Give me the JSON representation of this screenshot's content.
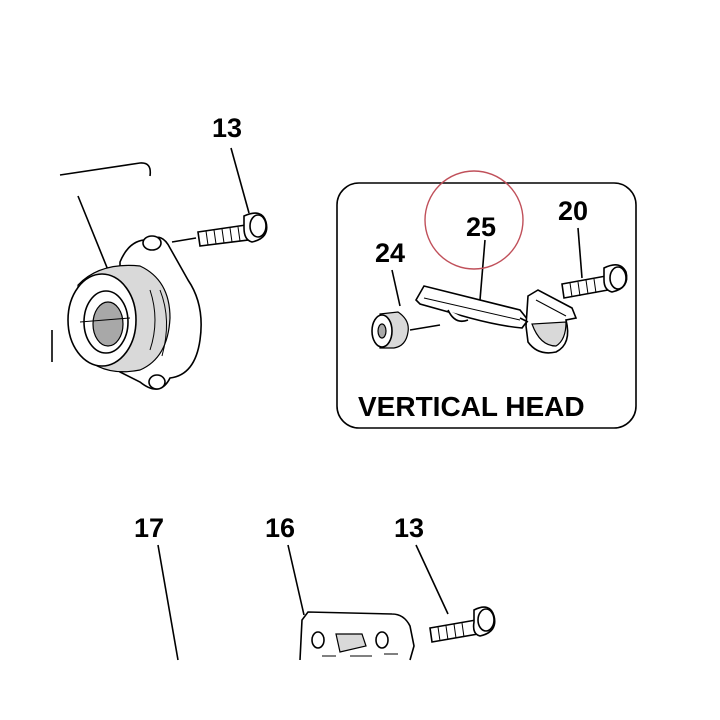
{
  "diagram": {
    "callouts": {
      "c13_top": "13",
      "c25": "25",
      "c20": "20",
      "c24": "24",
      "c17": "17",
      "c16": "16",
      "c13_bottom": "13"
    },
    "inset_title": "VERTICAL HEAD",
    "highlight_color": "#c0505a"
  }
}
